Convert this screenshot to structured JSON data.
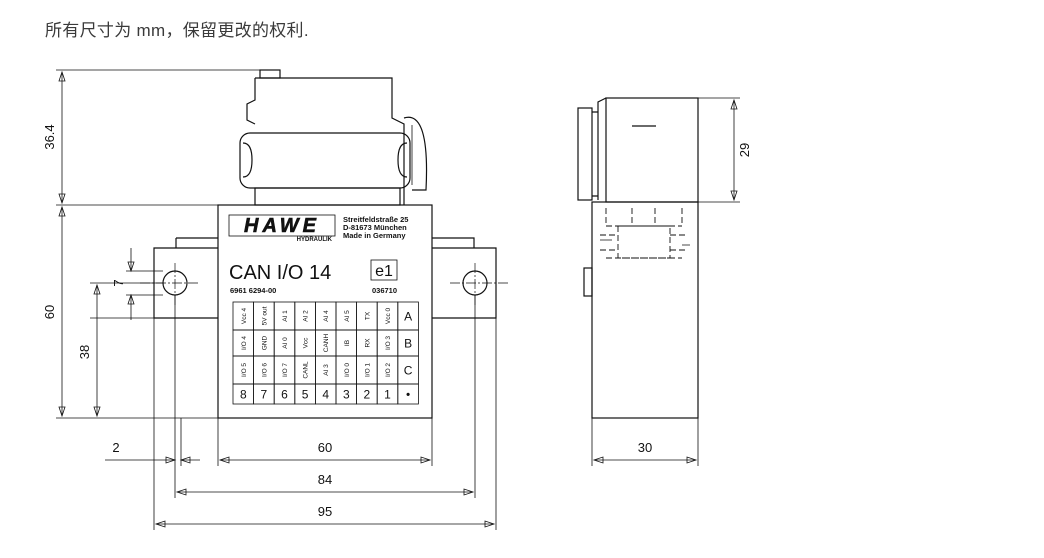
{
  "note": "所有尺寸为 mm，保留更改的权利.",
  "label": {
    "brand": "HAWE",
    "brand_sub": "HYDRAULIK",
    "address": [
      "Streitfeldstraße 25",
      "D-81673 München",
      "Made in Germany"
    ],
    "product": "CAN I/O 14",
    "mark": "e1",
    "part_number": "6961 6294-00",
    "approval": "036710"
  },
  "pin_table": {
    "rows": [
      [
        "Vcc 4",
        "5V out",
        "AI 1",
        "AI 2",
        "AI 4",
        "AI 5",
        "TX",
        "Vcc 0",
        "A"
      ],
      [
        "I/O 4",
        "GND",
        "AI 0",
        "Vcc",
        "CANH",
        "IB",
        "RX",
        "I/O 3",
        "B"
      ],
      [
        "I/O 5",
        "I/O 6",
        "I/O 7",
        "CANL",
        "AI 3",
        "I/O 0",
        "I/O 1",
        "I/O 2",
        "C"
      ],
      [
        "8",
        "7",
        "6",
        "5",
        "4",
        "3",
        "2",
        "1",
        "•"
      ]
    ]
  },
  "dimensions": {
    "height_top": "36.4",
    "height_body": "60",
    "hole_height": "38",
    "hole_dia": "7",
    "offset": "2",
    "width_body": "60",
    "hole_spacing": "84",
    "width_total": "95",
    "side_height": "29",
    "side_depth": "30"
  }
}
